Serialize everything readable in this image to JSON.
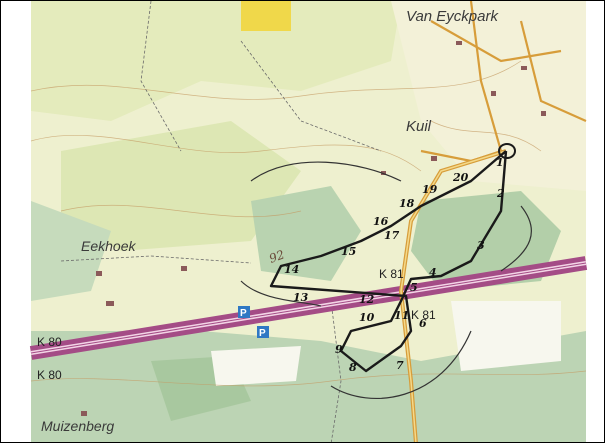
{
  "places": {
    "van_eyckpark": "Van Eyckpark",
    "kuil": "Kuil",
    "eekhoek": "Eekhoek",
    "muizenberg": "Muizenberg"
  },
  "roads": {
    "k80_a": "K 80",
    "k80_b": "K 80",
    "k81_a": "K 81",
    "k81_b": "K 81"
  },
  "markers": {
    "parking_a": "P",
    "parking_b": "P"
  },
  "route_labels": [
    "1",
    "2",
    "3",
    "4",
    "5",
    "6",
    "7",
    "8",
    "9",
    "10",
    "11",
    "12",
    "13",
    "14",
    "15",
    "16",
    "17",
    "18",
    "19",
    "20"
  ],
  "handwriting": "92",
  "colors": {
    "forest": "#b9d3b0",
    "field": "#f1f0c8",
    "meadow": "#dfe8b8",
    "motorway": "#a44c86",
    "road": "#d79d3a",
    "route": "#1a1a1a"
  }
}
